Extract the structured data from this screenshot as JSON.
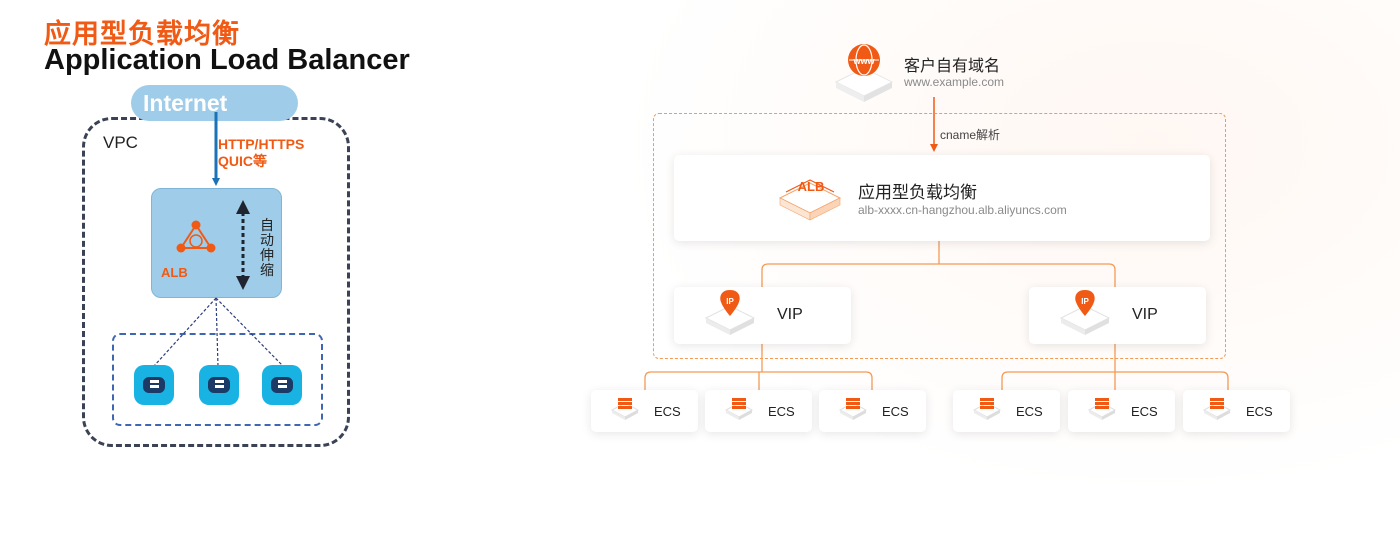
{
  "left_panel": {
    "title_cn": "应用型负载均衡",
    "title_en": "Application Load Balancer",
    "internet_label": "Internet",
    "vpc_label": "VPC",
    "protocol_label_line1": "HTTP/HTTPS",
    "protocol_label_line2": "QUIC等",
    "alb_label": "ALB",
    "auto_scale_label": "自动伸缩"
  },
  "right_diagram": {
    "dns": {
      "title": "客户自有域名",
      "subtitle": "www.example.com",
      "icon_text": "www"
    },
    "cname_label": "cname解析",
    "alb": {
      "title": "应用型负载均衡",
      "subtitle": "alb-xxxx.cn-hangzhou.alb.aliyuncs.com",
      "icon_text": "ALB"
    },
    "vips": [
      {
        "label": "VIP",
        "icon_text": "IP"
      },
      {
        "label": "VIP",
        "icon_text": "IP"
      }
    ],
    "ecs": [
      {
        "label": "ECS"
      },
      {
        "label": "ECS"
      },
      {
        "label": "ECS"
      },
      {
        "label": "ECS"
      },
      {
        "label": "ECS"
      },
      {
        "label": "ECS"
      }
    ]
  },
  "colors": {
    "brand_orange": "#f05a14",
    "line_orange": "#f39a55",
    "vpc_blue": "#9fcde9",
    "ecs_blue": "#19b3e3",
    "arrow_blue": "#1a72b8"
  }
}
